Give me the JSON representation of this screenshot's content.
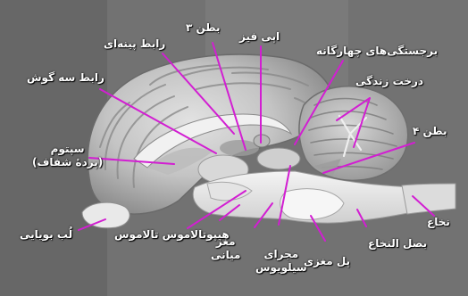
{
  "colors": {
    "background": "#6f6f6f",
    "leader_lines": "#d21ed2",
    "label_text": "#ffffff"
  },
  "labels": {
    "batn3": "بطن ۳",
    "api_fiz": "اپی فیز",
    "rabet_pineal": "رابط پینه‌ای",
    "barjastegi": "برجستگی‌های چهارگانه",
    "rabet_se_gosh": "رابط سه گوش",
    "derakht_zendegi": "درخت زندگی",
    "batn4": "بطن ۴",
    "septum_line1": "سپتوم",
    "septum_line2": "(پردهٔ شفاف)",
    "nokha": "نخاع",
    "lob_boyayi": "لُب بویایی",
    "hipotalamus_talamus": "هیپوتالاموس تالاموس",
    "maghz_line1": "مغز",
    "maghz_line2": "میانی",
    "majra_line1": "مجرای",
    "majra_line2": "سیلویوس",
    "pol_maghzi": "پل مغزی",
    "basal_nokha": "بصل النخاع"
  }
}
